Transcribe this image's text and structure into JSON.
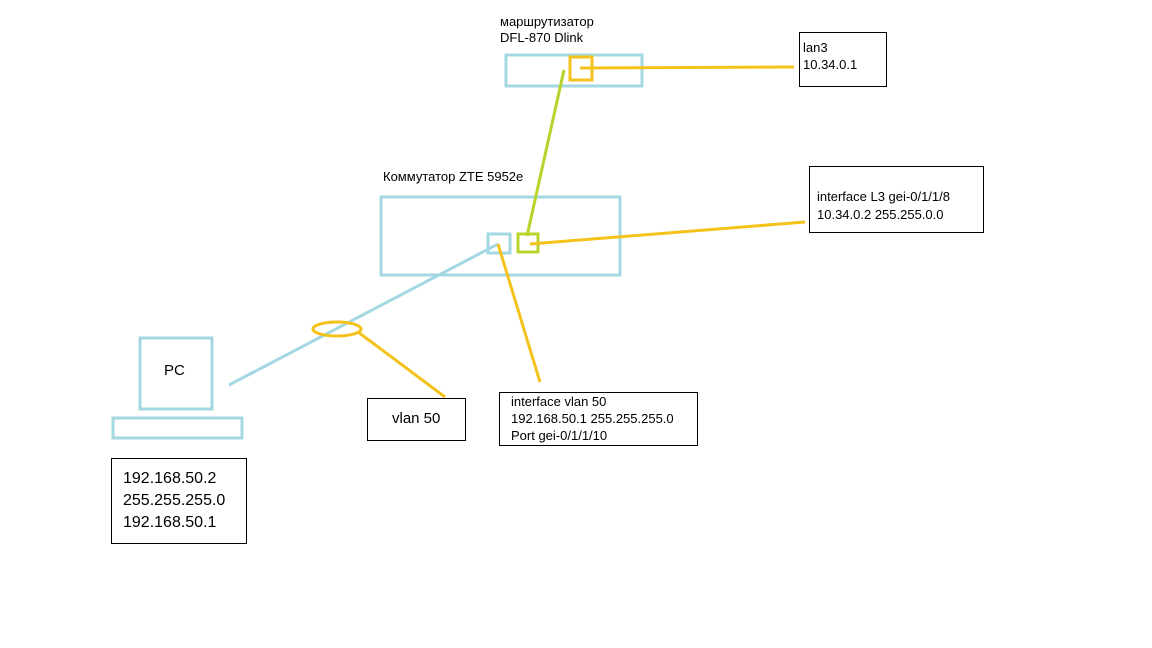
{
  "colors": {
    "device": "#a3d8e3",
    "link_yellow": "#f5c21c",
    "link_green": "#b6d42b",
    "text": "#000000"
  },
  "router": {
    "title_line1": "маршрутизатор",
    "title_line2": "DFL-870 Dlink"
  },
  "switch": {
    "title": "Коммутатор ZTE 5952e"
  },
  "pc": {
    "label": "PC",
    "config": [
      "192.168.50.2",
      "255.255.255.0",
      "192.168.50.1"
    ]
  },
  "lan3_box": [
    "lan3",
    "10.34.0.1"
  ],
  "l3_box": [
    "interface L3 gei-0/1/1/8",
    "10.34.0.2 255.255.0.0"
  ],
  "vlan_label_box": "vlan 50",
  "vlan_iface_box": [
    "interface vlan 50",
    "192.168.50.1 255.255.255.0",
    "Port gei-0/1/1/10"
  ]
}
